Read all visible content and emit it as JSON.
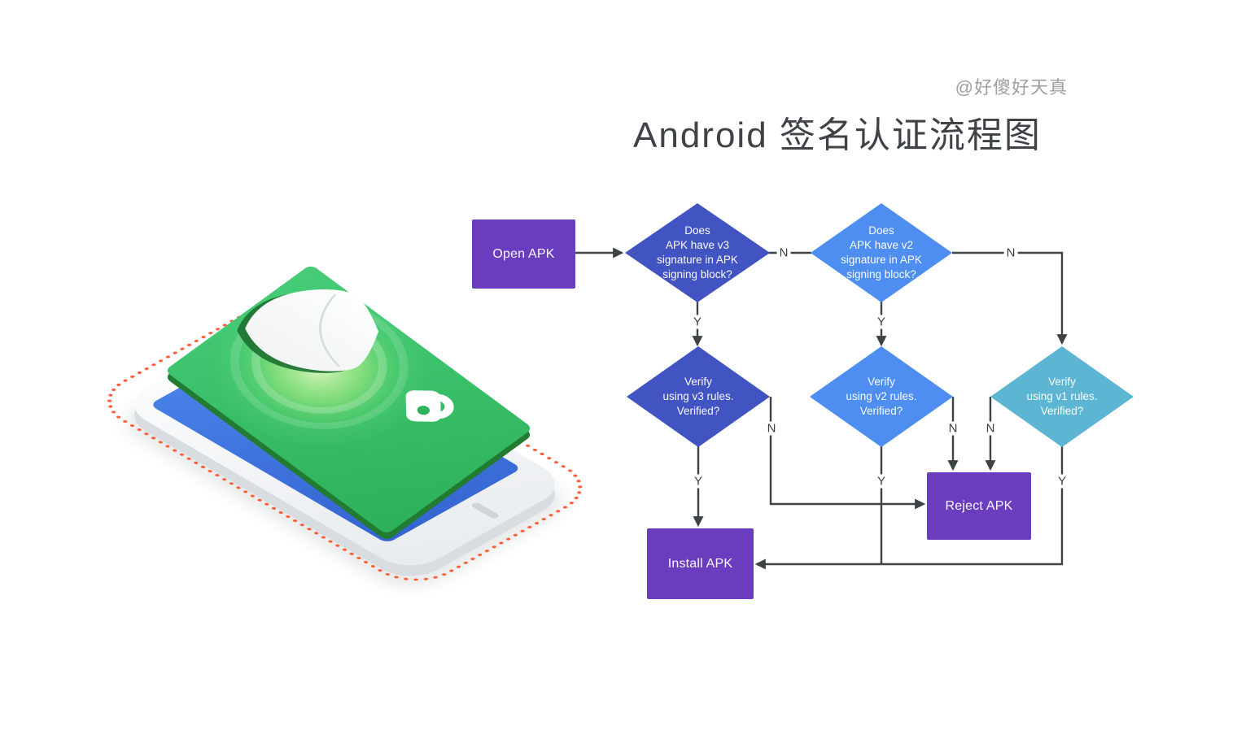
{
  "header": {
    "attribution": "@好傻好天真",
    "title": "Android 签名认证流程图"
  },
  "flowchart": {
    "nodes": {
      "open_apk": "Open APK",
      "v3_check": "Does\nAPK have v3\nsignature in APK\nsigning block?",
      "v2_check": "Does\nAPK have v2\nsignature in APK\nsigning block?",
      "verify_v3": "Verify\nusing v3 rules.\nVerified?",
      "verify_v2": "Verify\nusing v2 rules.\nVerified?",
      "verify_v1": "Verify\nusing v1 rules.\nVerified?",
      "reject_apk": "Reject APK",
      "install_apk": "Install APK"
    },
    "edges": [
      {
        "from": "open_apk",
        "to": "v3_check",
        "label": ""
      },
      {
        "from": "v3_check",
        "to": "v2_check",
        "label": "N"
      },
      {
        "from": "v3_check",
        "to": "verify_v3",
        "label": "Y"
      },
      {
        "from": "v2_check",
        "to": "verify_v1",
        "label": "N"
      },
      {
        "from": "v2_check",
        "to": "verify_v2",
        "label": "Y"
      },
      {
        "from": "verify_v3",
        "to": "install_apk",
        "label": "Y"
      },
      {
        "from": "verify_v3",
        "to": "reject_apk",
        "label": "N"
      },
      {
        "from": "verify_v2",
        "to": "reject_apk",
        "label": "N"
      },
      {
        "from": "verify_v2",
        "to": "install_apk",
        "label": "Y"
      },
      {
        "from": "verify_v1",
        "to": "reject_apk",
        "label": "N"
      },
      {
        "from": "verify_v1",
        "to": "install_apk",
        "label": "Y"
      }
    ],
    "colors": {
      "box_purple": "#6a3cbe",
      "diamond_indigo": "#4254c1",
      "diamond_blue": "#4e8ef0",
      "diamond_teal": "#5cb6d3",
      "edge_line": "#3d4245",
      "node_text": "#ffffff"
    }
  },
  "illustration": {
    "icons": [
      "shield-icon",
      "lock-icon"
    ],
    "colors": {
      "card_green": "#3ac168",
      "card_edge_green": "#217b31",
      "screen_blue": "#3f77e3",
      "phone_body": "#f2f5f7",
      "dashed_outline_orange": "#ff5f38",
      "glow_green": "#a8ec82"
    }
  }
}
